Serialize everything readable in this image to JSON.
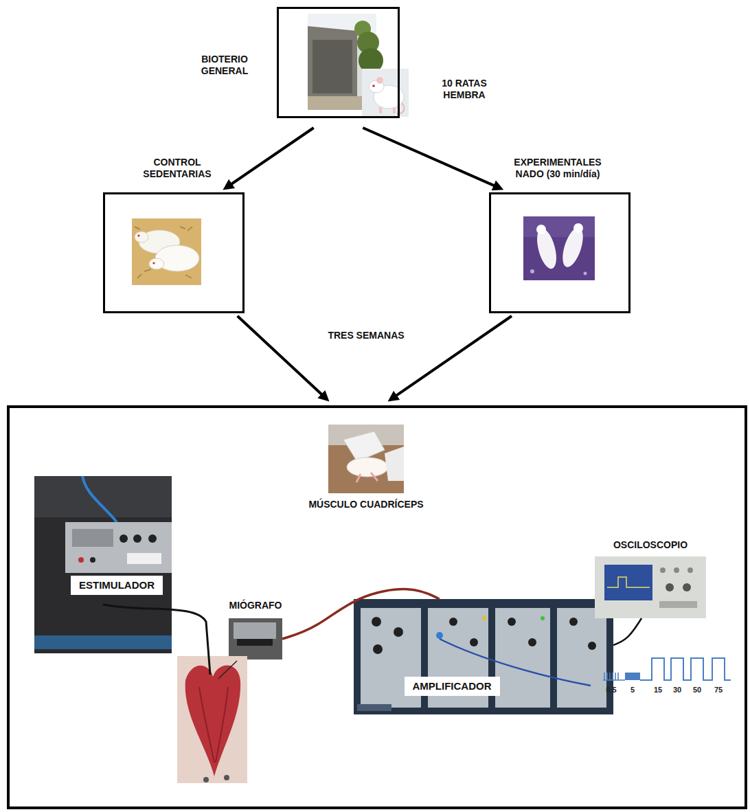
{
  "diagram": {
    "nodes": [
      {
        "text": [
          "BIOTERIO GENERAL",
          "10 RATAS HEMBRA"
        ]
      },
      {
        "text": [
          "CONTROL SEDENTARIAS"
        ]
      },
      {
        "text": [
          "EXPERIMENTALES NADO (30 min/día)"
        ]
      },
      {
        "text": [
          "MÚSCULO CUADRÍCEPS"
        ]
      },
      {
        "text": [
          "ESTIMULADOR"
        ],
        "in": 3
      },
      {
        "text": [
          "MIÓGRAFO"
        ],
        "in": 3
      },
      {
        "text": [
          "AMPLIFICADOR"
        ],
        "in": 3
      },
      {
        "text": [
          "OSCILOSCOPIO"
        ],
        "in": 3
      }
    ],
    "edges": [
      {
        "from": 0,
        "to": 1,
        "arrow": "to"
      },
      {
        "from": 0,
        "to": 2,
        "arrow": "to"
      },
      {
        "from": 1,
        "to": 3,
        "arrow": "to"
      },
      {
        "from": 2,
        "to": 3,
        "arrow": "to"
      },
      {
        "from": 5,
        "to": 6,
        "arrow": "none"
      },
      {
        "from": 6,
        "to": 7,
        "arrow": "none"
      }
    ],
    "labels": [
      "TRES SEMANAS",
      "0.5",
      "5",
      "15",
      "30",
      "50",
      "75"
    ]
  }
}
